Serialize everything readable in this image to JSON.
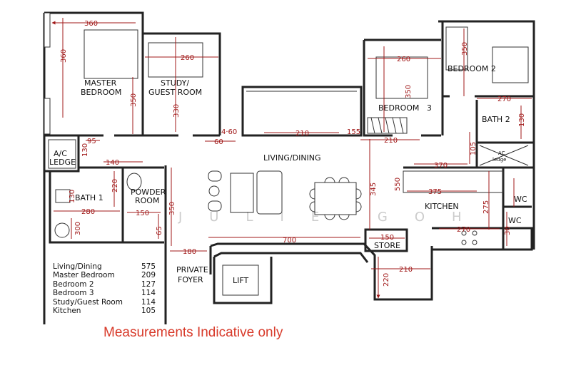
{
  "watermark": "JULIE GOH",
  "rooms": {
    "master": [
      "MASTER",
      "BEDROOM"
    ],
    "study": [
      "STUDY/",
      "GUEST ROOM"
    ],
    "bedroom3": "BEDROOM   3",
    "bedroom2": "BEDROOM 2",
    "bath2": "BATH 2",
    "ac_ledge_right": [
      "AC",
      "ledge"
    ],
    "ac_ledge_left": [
      "A/C",
      "LEDGE"
    ],
    "living": "LIVING/DINING",
    "bath1": "BATH 1",
    "powder": [
      "POWDER",
      "ROOM"
    ],
    "kitchen": "KITCHEN",
    "wc1": "WC",
    "wc2": "WC",
    "store": "STORE",
    "foyer": [
      "PRIVATE",
      "FOYER"
    ],
    "lift": "LIFT"
  },
  "dimensions": {
    "master_w": "360",
    "master_h": "360",
    "master_side": "350",
    "study_w": "260",
    "study_h": "330",
    "m95": "95",
    "m130a": "130",
    "m140": "140",
    "bath1_220": "220",
    "bath1_130": "130",
    "bath1_280": "280",
    "bath1_300": "300",
    "powder_150": "150",
    "powder_65": "65",
    "living_350": "350",
    "d460": "4·60",
    "d60": "60",
    "d210win": "210",
    "d155": "155",
    "b3_260": "260",
    "b3_350": "350",
    "b3_210": "210",
    "b2_350": "350",
    "b2_270": "270",
    "bath2_130": "130",
    "d105": "105",
    "d370": "370",
    "d345": "345",
    "d375": "375",
    "d550": "550",
    "d275": "275",
    "k270": "270",
    "wc30": "30",
    "d180": "180",
    "d700": "700",
    "store150": "150",
    "store210": "210",
    "store220": "220"
  },
  "legend": [
    {
      "room": "Living/Dining",
      "value": "575"
    },
    {
      "room": "Master Bedroom",
      "value": "209"
    },
    {
      "room": "Bedroom 2",
      "value": "127"
    },
    {
      "room": "Bedroom 3",
      "value": "114"
    },
    {
      "room": "Study/Guest Room",
      "value": "114"
    },
    {
      "room": "Kitchen",
      "value": "105"
    }
  ],
  "note": "Measurements Indicative only",
  "colors": {
    "dimension": "#a01818",
    "note": "#d83a2a",
    "wall": "#222222"
  }
}
